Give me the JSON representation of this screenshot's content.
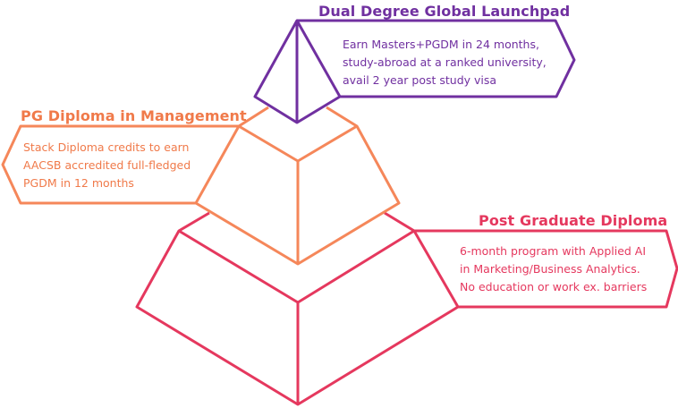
{
  "tiers": [
    {
      "title": "Dual Degree Global Launchpad",
      "lines": [
        "Earn Masters+PGDM in 24 months,",
        "study-abroad at a ranked university,",
        "avail 2 year post study visa"
      ],
      "color": "#7030a0"
    },
    {
      "title": "PG Diploma in Management",
      "lines": [
        "Stack Diploma credits to earn",
        "AACSB accredited full-fledged",
        "PGDM in 12 months"
      ],
      "color": "#f5875a"
    },
    {
      "title": "Post Graduate Diploma",
      "lines": [
        "6-month program with Applied AI",
        "in Marketing/Business Analytics.",
        "No education or work ex. barriers"
      ],
      "color": "#e5385e"
    }
  ]
}
